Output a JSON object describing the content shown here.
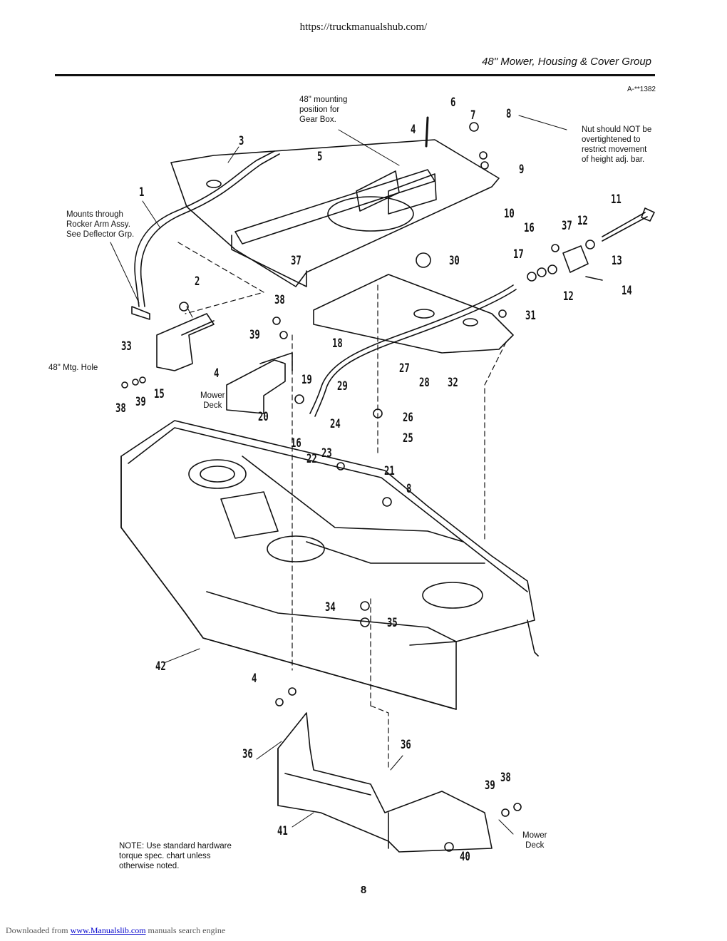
{
  "header": {
    "url": "https://truckmanualshub.com/",
    "title": "48\" Mower, Housing & Cover Group",
    "ref_code": "A-**1382"
  },
  "notes": {
    "gearbox": [
      "48\" mounting",
      "position for",
      "Gear Box."
    ],
    "nut": [
      "Nut should NOT be",
      "overtightened to",
      "restrict movement",
      "of height adj. bar."
    ],
    "mounts": [
      "Mounts through",
      "Rocker Arm Assy.",
      "See Deflector Grp."
    ],
    "mtg_hole": "48\" Mtg. Hole",
    "mower_deck_1": [
      "Mower",
      "Deck"
    ],
    "mower_deck_2": [
      "Mower",
      "Deck"
    ],
    "hardware": [
      "NOTE: Use standard hardware",
      "torque spec. chart unless",
      "otherwise noted."
    ]
  },
  "callouts": [
    "1",
    "2",
    "3",
    "4",
    "4",
    "4",
    "5",
    "6",
    "7",
    "8",
    "8",
    "9",
    "10",
    "11",
    "12",
    "12",
    "13",
    "14",
    "15",
    "16",
    "16",
    "17",
    "18",
    "19",
    "20",
    "21",
    "22",
    "23",
    "24",
    "25",
    "26",
    "27",
    "28",
    "29",
    "30",
    "31",
    "32",
    "33",
    "34",
    "35",
    "36",
    "36",
    "37",
    "37",
    "38",
    "38",
    "38",
    "39",
    "39",
    "39",
    "40",
    "41",
    "42"
  ],
  "page_number": "8",
  "footer": {
    "prefix": "Downloaded from ",
    "link": "www.Manualslib.com",
    "suffix": " manuals search engine"
  }
}
